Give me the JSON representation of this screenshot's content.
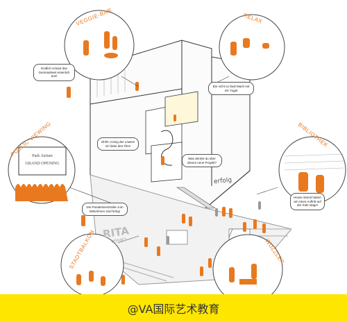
{
  "zones": {
    "veggie_bar": "VEGGIE-BAR",
    "relax": "RELAX",
    "public_viewing": "PUBLIC VIEWING",
    "bibliothek": "BIBLIOTHEK",
    "stadtbalkon": "STADTBALKON",
    "wuzzler": "WUZZLER"
  },
  "bubbles": {
    "b1": "Endlich schaut das Gemüsebeet entenlich aus!",
    "b2": "Bin nicht so fault Mach mit mir Yoga!",
    "b3": "Ohhh, König der Löwen! Ich liebe den Film!",
    "b4": "Was denkst du über dieses neue Projekt?",
    "b5": "Heute Abend haben wir einen Auftritt auf der Kids stage!",
    "b6": "Die Paradeisenstraße zum Mitnehmen sind fertig!"
  },
  "screen": {
    "line1": "Park Atrium",
    "line2": "GRAND OPENING"
  },
  "signs": {
    "rita": "RITA",
    "rita_sub": "bringt's",
    "erfolg": "erfolg"
  },
  "footer": "@VA国际艺术教育",
  "colors": {
    "accent": "#e8791f",
    "footer_bg": "#ffe600"
  }
}
